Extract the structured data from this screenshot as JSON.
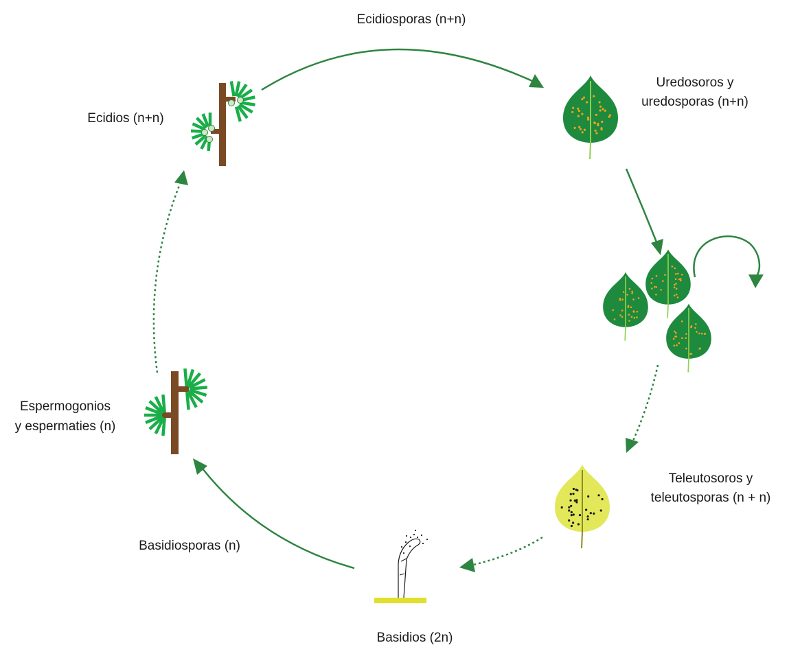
{
  "labels": {
    "ecidiosporas": "Ecidiosporas (n+n)",
    "uredosoros_line1": "Uredosoros y",
    "uredosoros_line2": "uredosporas (n+n)",
    "ecidios": "Ecidios (n+n)",
    "espermogonios_line1": "Espermogonios",
    "espermogonios_line2": "y espermaties (n)",
    "teleutosoros_line1": "Teleutosoros y",
    "teleutosoros_line2": "teleutosporas (n + n)",
    "basidiosporas": "Basidiosporas (n)",
    "basidios": "Basidios (2n)"
  },
  "colors": {
    "arrow": "#2e8540",
    "leaf_green": "#1d8a3e",
    "leaf_vein": "#8fd14f",
    "uredo_dots": "#f2a31b",
    "leaf_yellow": "#e3e85a",
    "teleuto_dots": "#1a1a1a",
    "stem_brown": "#7a4a25",
    "needles": "#1aae48",
    "base_yellow": "#e0e02c"
  }
}
